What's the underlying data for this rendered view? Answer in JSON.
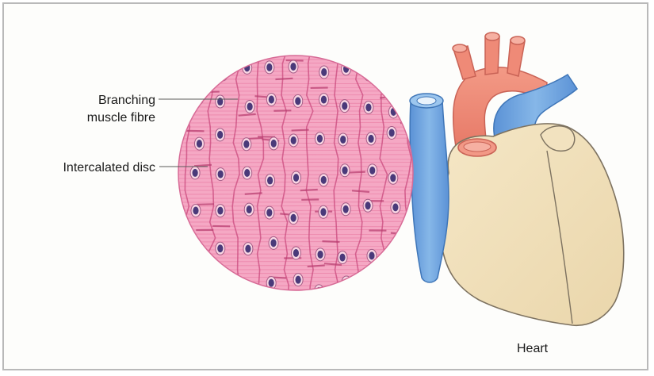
{
  "labels": {
    "branching_line1": "Branching",
    "branching_line2": "muscle fibre",
    "intercalated": "Intercalated disc",
    "heart": "Heart"
  },
  "colors": {
    "frame_border": "#b9b9b9",
    "muscle_pink": "#f29bbb",
    "muscle_dark_pink": "#e05a8c",
    "nucleus": "#4a3a7a",
    "vein_blue": "#6fa4dd",
    "artery_red": "#ee8a78",
    "heart_beige": "#f0dfb9"
  }
}
